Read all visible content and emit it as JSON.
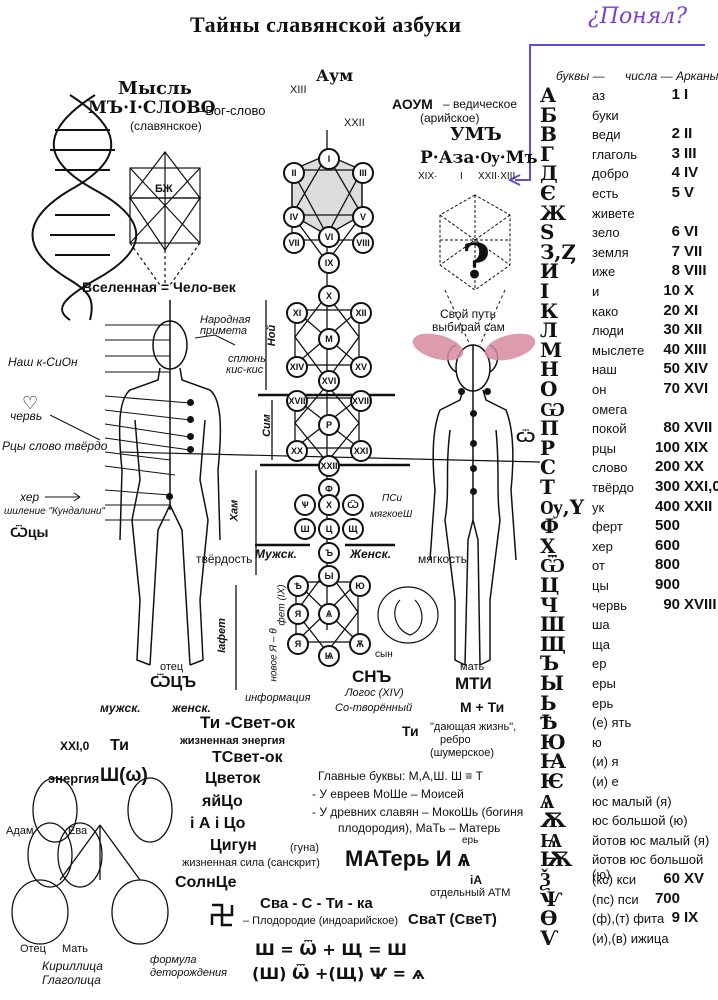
{
  "title": "Тайны славянской азбуки",
  "handwritten_note": "¿Понял?",
  "alphabet": {
    "header_letters": "буквы —",
    "header_numbers": "числа — Арканы",
    "rows": [
      {
        "letter": "А",
        "name": "аз",
        "value": "1",
        "arcana": "I"
      },
      {
        "letter": "Б",
        "name": "буки",
        "value": "",
        "arcana": ""
      },
      {
        "letter": "В",
        "name": "веди",
        "value": "2",
        "arcana": "II"
      },
      {
        "letter": "Г",
        "name": "глаголь",
        "value": "3",
        "arcana": "III"
      },
      {
        "letter": "Д",
        "name": "добро",
        "value": "4",
        "arcana": "IV"
      },
      {
        "letter": "Є",
        "name": "есть",
        "value": "5",
        "arcana": "V"
      },
      {
        "letter": "Ж",
        "name": "живете",
        "value": "",
        "arcana": ""
      },
      {
        "letter": "Ѕ",
        "name": "зело",
        "value": "6",
        "arcana": "VI"
      },
      {
        "letter": "З,Ȥ",
        "name": "земля",
        "value": "7",
        "arcana": "VII"
      },
      {
        "letter": "И",
        "name": "иже",
        "value": "8",
        "arcana": "VIII"
      },
      {
        "letter": "І",
        "name": "и",
        "value": "10",
        "arcana": "X"
      },
      {
        "letter": "К",
        "name": "како",
        "value": "20",
        "arcana": "XI"
      },
      {
        "letter": "Л",
        "name": "люди",
        "value": "30",
        "arcana": "XII"
      },
      {
        "letter": "М",
        "name": "мыслете",
        "value": "40",
        "arcana": "XIII"
      },
      {
        "letter": "Н",
        "name": "наш",
        "value": "50",
        "arcana": "XIV"
      },
      {
        "letter": "О",
        "name": "он",
        "value": "70",
        "arcana": "XVI"
      },
      {
        "letter": "Ѡ",
        "name": "омега",
        "value": "",
        "arcana": ""
      },
      {
        "letter": "П",
        "name": "покой",
        "value": "80",
        "arcana": "XVII"
      },
      {
        "letter": "Р",
        "name": "рцы",
        "value": "100",
        "arcana": "XIX"
      },
      {
        "letter": "С",
        "name": "слово",
        "value": "200",
        "arcana": "XX"
      },
      {
        "letter": "Т",
        "name": "твёрдо",
        "value": "300",
        "arcana": "XXI,0"
      },
      {
        "letter": "Ѹ,Ү",
        "name": "ук",
        "value": "400",
        "arcana": "XXII"
      },
      {
        "letter": "Ф",
        "name": "ферт",
        "value": "500",
        "arcana": ""
      },
      {
        "letter": "Х",
        "name": "хер",
        "value": "600",
        "arcana": ""
      },
      {
        "letter": "Ѿ",
        "name": "от",
        "value": "800",
        "arcana": ""
      },
      {
        "letter": "Ц",
        "name": "цы",
        "value": "900",
        "arcana": ""
      },
      {
        "letter": "Ч",
        "name": "червь",
        "value": "90",
        "arcana": "XVIII"
      },
      {
        "letter": "Ш",
        "name": "ша",
        "value": "",
        "arcana": ""
      },
      {
        "letter": "Щ",
        "name": "ща",
        "value": "",
        "arcana": ""
      },
      {
        "letter": "Ъ",
        "name": "ер",
        "value": "",
        "arcana": ""
      },
      {
        "letter": "Ы",
        "name": "еры",
        "value": "",
        "arcana": ""
      },
      {
        "letter": "Ь",
        "name": "ерь",
        "value": "",
        "arcana": ""
      },
      {
        "letter": "Ѣ",
        "name": "(е) ять",
        "value": "",
        "arcana": ""
      },
      {
        "letter": "Ю",
        "name": "ю",
        "value": "",
        "arcana": ""
      },
      {
        "letter": "Ꙗ",
        "name": "(и) я",
        "value": "",
        "arcana": ""
      },
      {
        "letter": "Ѥ",
        "name": "(и) е",
        "value": "",
        "arcana": ""
      },
      {
        "letter": "Ѧ",
        "name": "юс малый (я)",
        "value": "",
        "arcana": ""
      },
      {
        "letter": "Ѫ",
        "name": "юс большой (ю)",
        "value": "",
        "arcana": ""
      },
      {
        "letter": "Ѩ",
        "name": "йотов юс малый (я)",
        "value": "",
        "arcana": ""
      },
      {
        "letter": "Ѭ",
        "name": "йотов юс большой (ю)",
        "value": "",
        "arcana": ""
      },
      {
        "letter": "Ѯ",
        "name": "(кс) кси",
        "value": "60",
        "arcana": "XV"
      },
      {
        "letter": "Ѱ",
        "name": "(пс) пси",
        "value": "700",
        "arcana": ""
      },
      {
        "letter": "Ѳ",
        "name": "(ф),(т) фита",
        "value": "9",
        "arcana": "IX"
      },
      {
        "letter": "Ѵ",
        "name": "(и),(в) ижица",
        "value": "",
        "arcana": ""
      }
    ]
  },
  "left": {
    "mysl": "Мысль",
    "mysl_slovo": "МЪ·І·СЛОВО",
    "bog_slovo": "–Бог-слово",
    "slavyanskoe": "(славянское)",
    "bzh": "БЖ",
    "vselennaya": "Вселенная = Чело-век",
    "narodnaya": "Народная",
    "primeta": "примета",
    "splyun": "сплюнь",
    "kis_kis": "кис-кис",
    "nash_sion": "Наш к-СиОн",
    "cherv": "червь",
    "rcy": "Рцы слово твёрдо",
    "her": "хер",
    "kundalini": "шиление \"Кундалини\"",
    "shtsy": "Ѿцы",
    "tverdost": "твёрдость",
    "otec_label": "отец",
    "otec_word": "ѾЦЪ",
    "muzhsk": "мужск.",
    "zhensk": "женск.",
    "xxi0": "XXI,0",
    "ti": "Ти",
    "energiya": "энергия",
    "sh_omega": "Ш(ω)",
    "adam": "Адам",
    "eva": "Ева",
    "otec2": "Отец",
    "mat2": "Мать",
    "kirillica": "Кириллица",
    "glagolica": "Глаголица",
    "formula": "формула",
    "detorozhdeniya": "деторождения"
  },
  "center": {
    "aum_top": "Аум",
    "xiii": "XIII",
    "xxii": "XXII",
    "noy": "Ной",
    "sim": "Сим",
    "ham": "Хам",
    "iafet": "Іафет",
    "muzhsk": "Мужск.",
    "zhensk": "Женск.",
    "psi": "ПСи",
    "myagkoe": "мягкоеШ",
    "novoe": "новое Я – θ",
    "fet": "фет (IX)",
    "syn": "сын",
    "snʺ": "СНЪ",
    "logos": "Логос (XIV)",
    "sotvorenny": "Со-творённый",
    "informaciya": "информация",
    "ti_svet": "Ти -Свет-ок",
    "zhiznennaya": "жизненная энергия",
    "tsvet": "ТСвет-ок",
    "cvetok": "Цветок",
    "yaitso": "яйЦо",
    "iaitso": "i А i Цо",
    "cigun": "Цигун",
    "guna": "(гуна)",
    "zhizn_sila": "жизненная сила (санскрит)",
    "solnce": "СолнЦе",
    "sva": "Сва - С - Ти - ка",
    "plodorodie": "– Плодородие (индоарийское)",
    "svat": "СваТ (СвеТ)",
    "formula1": "Ш = Ѿ + Щ = Ш",
    "formula2": "(Ш) Ѿ +(Щ) Ѱ = ѧ"
  },
  "right": {
    "aoum": "АОУМ",
    "vedicheskoe": "– ведическое",
    "ariyskoe": "(арийское)",
    "umʺ": "УМЪ",
    "razum": "Р·Аза·Ѹ·Мъ",
    "xix": "XIX·",
    "i": "I",
    "xxii_xiii": "XXII·XIII",
    "svoy_put": "Свой путь",
    "vybiray": "выбирай сам",
    "myagkost": "мягкость",
    "mat_label": "мать",
    "mati": "МТИ",
    "m_ti": "М + Ти",
    "ti": "Ти",
    "dayushaya": "\"дающая жизнь\",",
    "rebro": "ребро",
    "shumerskoe": "(шумерское)",
    "glavnye": "Главные буквы: М,А,Ш. Ш ≡ Т",
    "u_evreev": "- У евреев МоШе – Моисей",
    "u_slavyan": "- У древних славян – МокоШь (богиня",
    "plodorodiya": "плодородия), МаТь – Матерь",
    "er": "ерь",
    "materi": "МАТерь И ѧ",
    "ia": "iA",
    "atm": "отдельный АТМ"
  }
}
